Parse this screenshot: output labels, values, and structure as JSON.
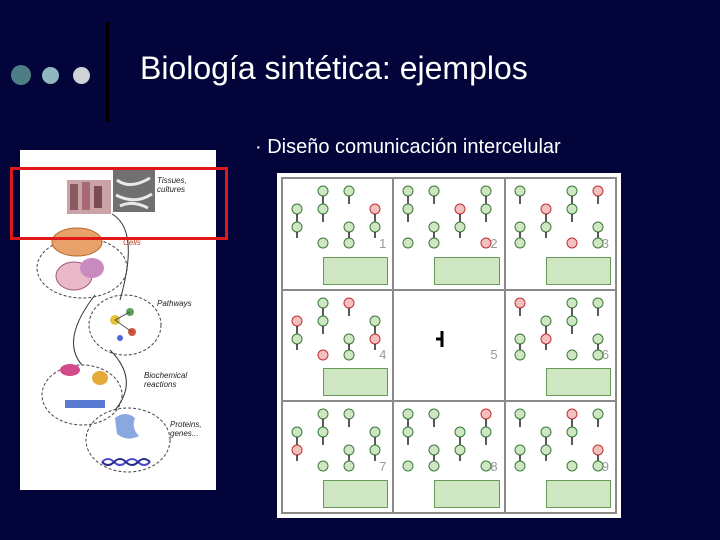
{
  "slide": {
    "title": "Biología sintética: ejemplos",
    "subtitle": "· Diseño comunicación intercelular"
  },
  "colors": {
    "background": "#02043a",
    "dot_1": "#4d7e86",
    "dot_2": "#8fb7bd",
    "dot_3": "#cfd3d6",
    "highlight": "#e01818"
  },
  "left_figure": {
    "labels": {
      "tissues": "Tissues, cultures",
      "cells": "Cells",
      "pathways": "Pathways",
      "biochemical": "Biochemical reactions",
      "proteins": "Proteins, genes..."
    }
  },
  "right_figure": {
    "cells": [
      "1",
      "2",
      "3",
      "4",
      "5",
      "6",
      "7",
      "8",
      "9"
    ]
  }
}
